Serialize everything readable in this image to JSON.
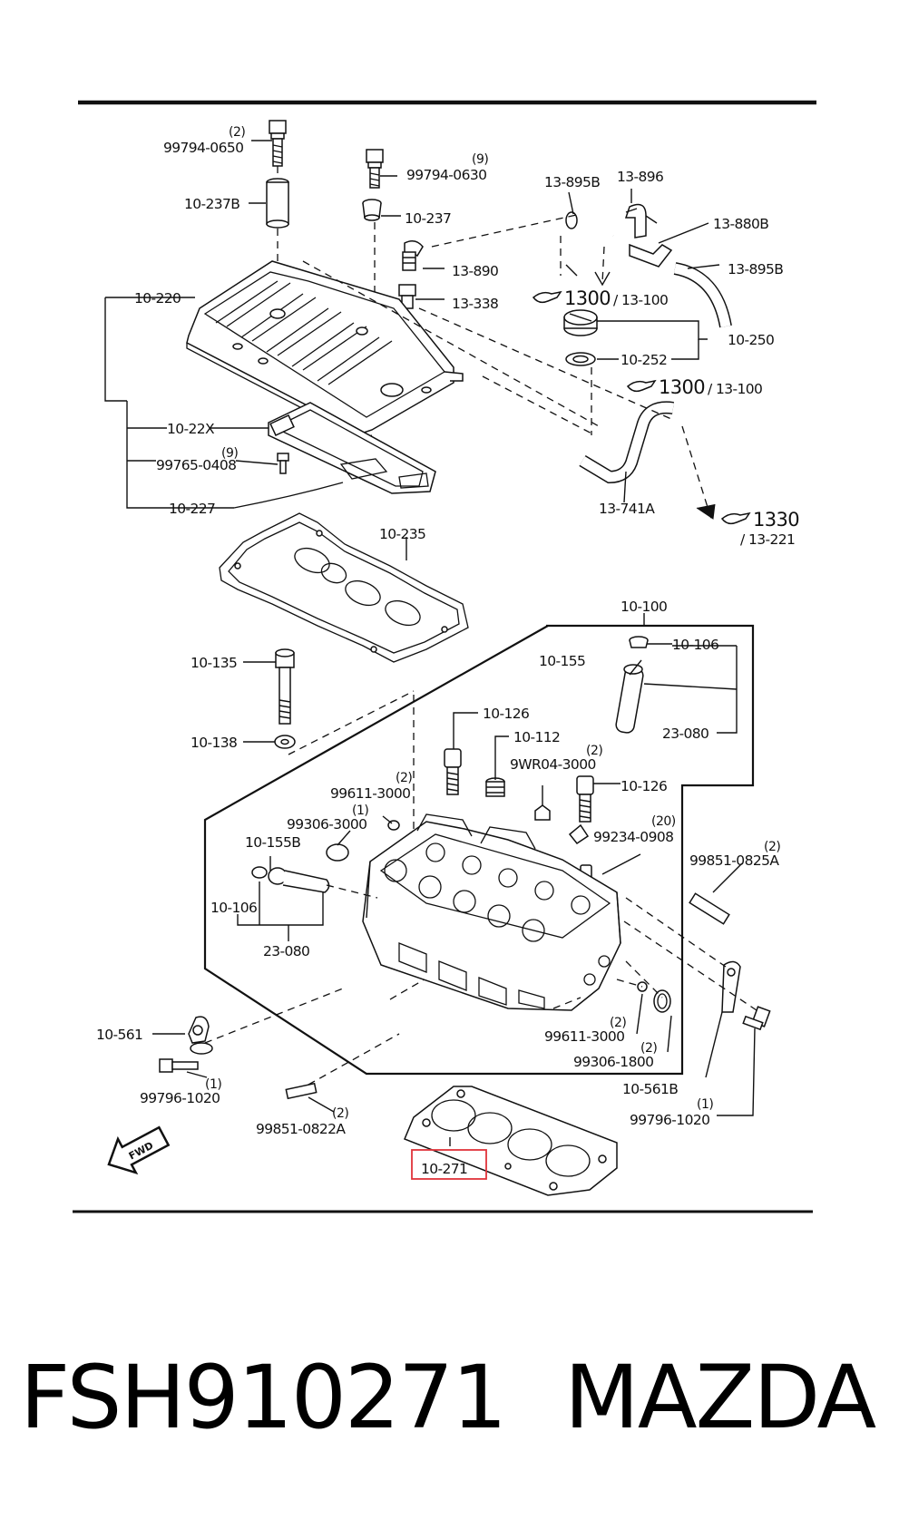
{
  "labels": {
    "p99794_0650": "99794-0650",
    "q99794_0650": "(2)",
    "p10_237B": "10-237B",
    "p99794_0630": "99794-0630",
    "q99794_0630": "(9)",
    "p10_237": "10-237",
    "p13_895B_top": "13-895B",
    "p13_896": "13-896",
    "p13_880B": "13-880B",
    "p13_890": "13-890",
    "p13_895B_right": "13-895B",
    "p13_338": "13-338",
    "ref1_main": "1300",
    "ref1_sub": "/ 13-100",
    "p10_220": "10-220",
    "p10_250": "10-250",
    "p10_252": "10-252",
    "ref2_main": "1300",
    "ref2_sub": "/ 13-100",
    "p10_22X": "10-22X",
    "p99765_0408": "99765-0408",
    "q99765_0408": "(9)",
    "p10_227": "10-227",
    "p13_741A": "13-741A",
    "ref3_main": "1330",
    "ref3_sub": "/ 13-221",
    "p10_235": "10-235",
    "p10_100": "10-100",
    "p10_106_top": "10-106",
    "p10_155": "10-155",
    "p10_135": "10-135",
    "p23_080_top": "23-080",
    "p10_126_a": "10-126",
    "p10_138": "10-138",
    "p10_112": "10-112",
    "p9WR04_3000": "9WR04-3000",
    "q9WR04_3000": "(2)",
    "p99611_3000_a": "99611-3000",
    "q99611_3000_a": "(2)",
    "p10_126_b": "10-126",
    "p99306_3000": "99306-3000",
    "q99306_3000": "(1)",
    "p99234_0908": "99234-0908",
    "q99234_0908": "(20)",
    "p10_155B": "10-155B",
    "p99851_0825A": "99851-0825A",
    "q99851_0825A": "(2)",
    "p10_106_left": "10-106",
    "p23_080_left": "23-080",
    "p10_561": "10-561",
    "p99611_3000_b": "99611-3000",
    "q99611_3000_b": "(2)",
    "p99306_1800": "99306-1800",
    "q99306_1800": "(2)",
    "p99796_1020_a": "99796-1020",
    "q99796_1020_a": "(1)",
    "p10_561B": "10-561B",
    "p99851_0822A": "99851-0822A",
    "q99851_0822A": "(2)",
    "p99796_1020_b": "99796-1020",
    "q99796_1020_b": "(1)",
    "fwd": "FWD",
    "p10_271": "10-271"
  },
  "highlight_color": "#e0333a",
  "footer": {
    "part_number": "FSH910271",
    "brand": "MAZDA"
  }
}
